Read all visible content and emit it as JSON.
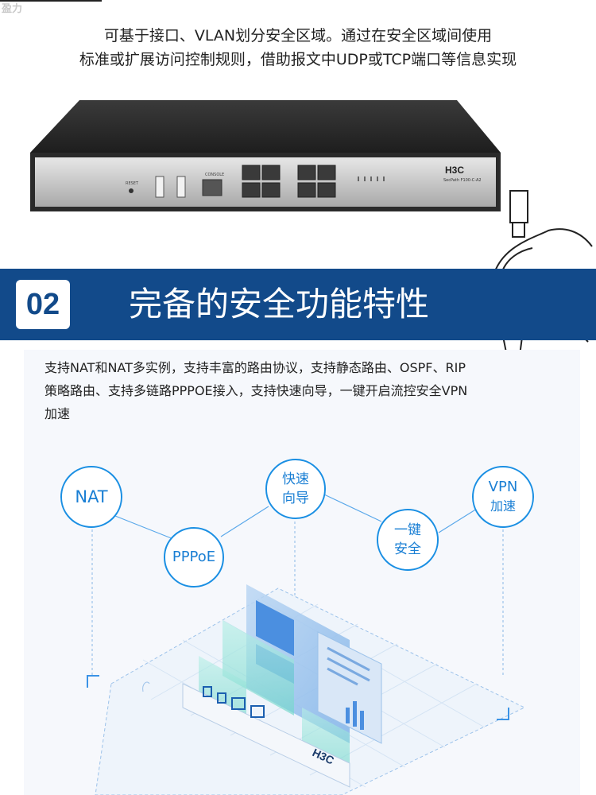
{
  "watermark": "盈力",
  "intro": {
    "line1": "可基于接口、VLAN划分安全区域。通过在安全区域间使用",
    "line2": "标准或扩展访问控制规则，借助报文中UDP或TCP端口等信息实现"
  },
  "device": {
    "brand": "H3C",
    "model": "SecPath F100-C-A2",
    "port_reset": "RESET",
    "port_console": "CONSOLE"
  },
  "banner": {
    "number": "02",
    "title": "完备的安全功能特性"
  },
  "description": {
    "line1": "支持NAT和NAT多实例，支持丰富的路由协议，支持静态路由、OSPF、RIP",
    "line2": "策略路由、支持多链路PPPOE接入，支持快速向导，一键开启流控安全VPN",
    "line3": "加速"
  },
  "diagram": {
    "nodes": {
      "nat": "NAT",
      "pppoe": "PPPoE",
      "wizard_line1": "快速",
      "wizard_line2": "向导",
      "onekey_line1": "一键",
      "onekey_line2": "安全",
      "vpn_line1": "VPN",
      "vpn_line2": "加速"
    },
    "device_logo": "H3C"
  },
  "colors": {
    "banner_blue": "#124a8a",
    "node_blue": "#1a8fe3"
  }
}
